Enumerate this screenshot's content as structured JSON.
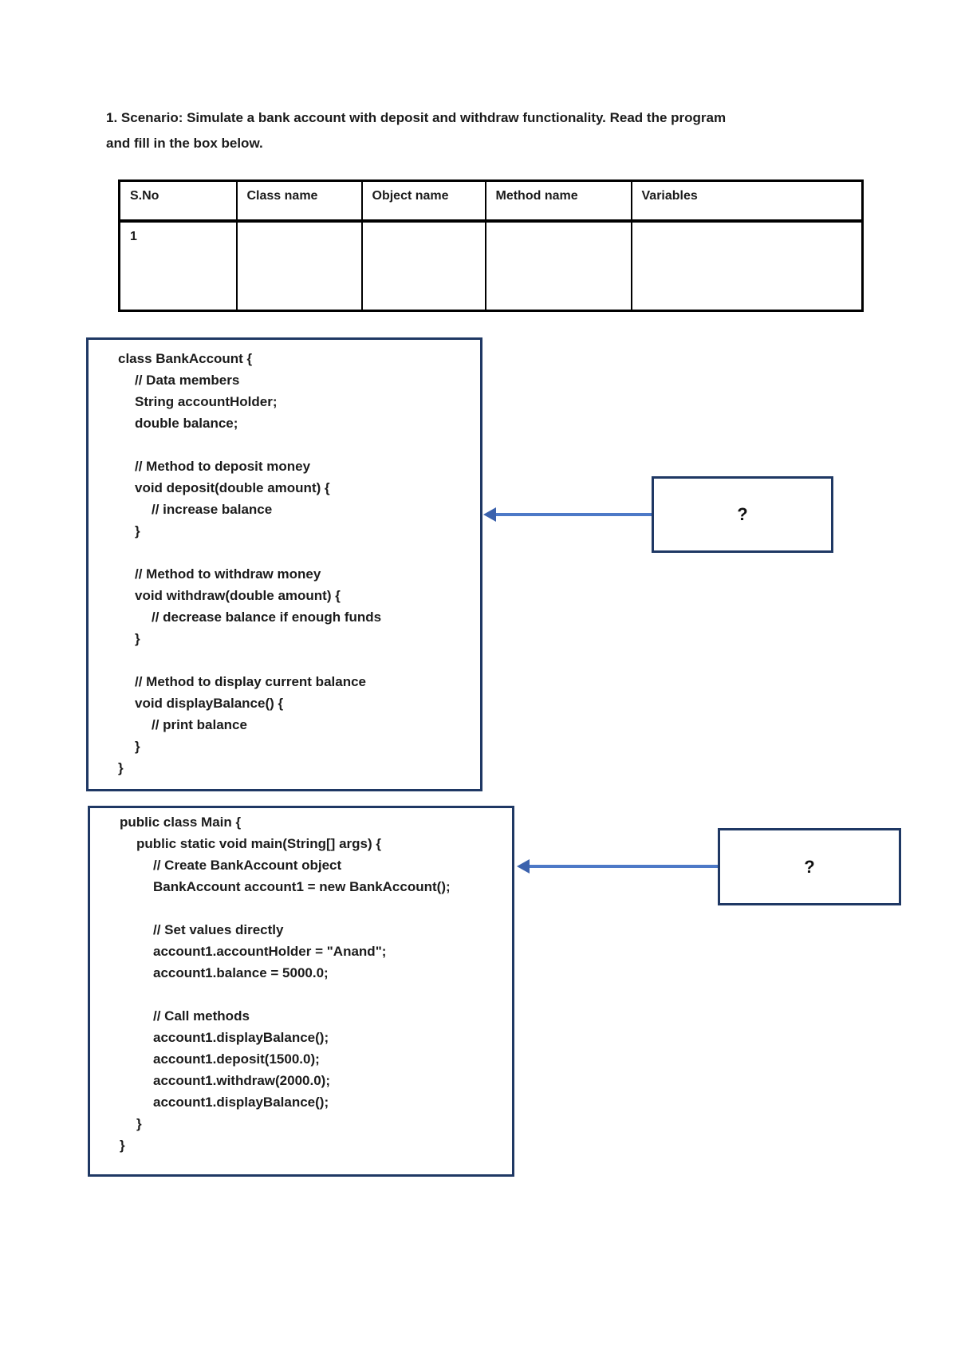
{
  "title": {
    "line1": "1. Scenario: Simulate a bank account with deposit and withdraw functionality. Read the program",
    "line2": "and fill in the box below."
  },
  "table": {
    "columns": [
      "S.No",
      "Class name",
      "Object name",
      "Method name",
      "Variables"
    ],
    "rows": [
      [
        "1",
        "",
        "",
        "",
        ""
      ]
    ]
  },
  "code_boxes": [
    {
      "name": "bankaccount-class",
      "lines": [
        {
          "t": "class BankAccount {",
          "i": 0
        },
        {
          "t": "// Data members",
          "i": 1
        },
        {
          "t": "String accountHolder;",
          "i": 1
        },
        {
          "t": "double balance;",
          "i": 1
        },
        {
          "t": "",
          "i": 0
        },
        {
          "t": "// Method to deposit money",
          "i": 1
        },
        {
          "t": "void deposit(double amount) {",
          "i": 1
        },
        {
          "t": "// increase balance",
          "i": 2
        },
        {
          "t": "}",
          "i": 1
        },
        {
          "t": "",
          "i": 0
        },
        {
          "t": "// Method to withdraw money",
          "i": 1
        },
        {
          "t": "void withdraw(double amount) {",
          "i": 1
        },
        {
          "t": "// decrease balance if enough funds",
          "i": 2
        },
        {
          "t": "}",
          "i": 1
        },
        {
          "t": "",
          "i": 0
        },
        {
          "t": "// Method to display current balance",
          "i": 1
        },
        {
          "t": "void displayBalance() {",
          "i": 1
        },
        {
          "t": "// print balance",
          "i": 2
        },
        {
          "t": "}",
          "i": 1
        },
        {
          "t": "}",
          "i": 0
        }
      ]
    },
    {
      "name": "main-class",
      "lines": [
        {
          "t": "public class Main {",
          "i": 0
        },
        {
          "t": "public static void main(String[] args) {",
          "i": 1
        },
        {
          "t": "// Create BankAccount object",
          "i": 2
        },
        {
          "t": "BankAccount account1 = new BankAccount();",
          "i": 2
        },
        {
          "t": "",
          "i": 0
        },
        {
          "t": "// Set values directly",
          "i": 2
        },
        {
          "t": "account1.accountHolder = \"Anand\";",
          "i": 2
        },
        {
          "t": "account1.balance = 5000.0;",
          "i": 2
        },
        {
          "t": "",
          "i": 0
        },
        {
          "t": "// Call methods",
          "i": 2
        },
        {
          "t": "account1.displayBalance();",
          "i": 2
        },
        {
          "t": "account1.deposit(1500.0);",
          "i": 2
        },
        {
          "t": "account1.withdraw(2000.0);",
          "i": 2
        },
        {
          "t": "account1.displayBalance();",
          "i": 2
        },
        {
          "t": "}",
          "i": 1
        },
        {
          "t": "}",
          "i": 0
        }
      ]
    }
  ],
  "callouts": [
    {
      "label": "?"
    },
    {
      "label": "?"
    }
  ],
  "colors": {
    "box_border": "#1f3864",
    "arrow": "#4d79c7",
    "arrow_head": "#3b62ad",
    "table_border": "#000000",
    "text": "#1b1b1b",
    "page_bg": "#ffffff"
  }
}
